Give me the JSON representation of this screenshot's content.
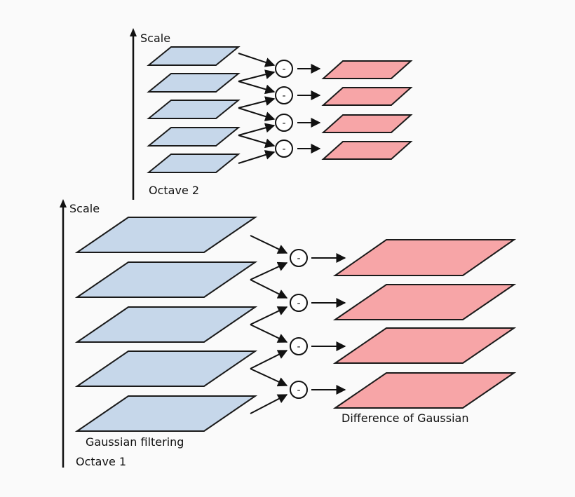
{
  "octave2": {
    "scale_label": "Scale",
    "octave_label": "Octave 2",
    "operator": "-"
  },
  "octave1": {
    "scale_label": "Scale",
    "octave_label": "Octave 1",
    "gaussian_label": "Gaussian filtering",
    "dog_label": "Difference of Gaussian",
    "operator": "-"
  },
  "colors": {
    "gaussian_fill": "#c6d7ea",
    "dog_fill": "#f7a5a7",
    "stroke": "#1a1a1a"
  }
}
